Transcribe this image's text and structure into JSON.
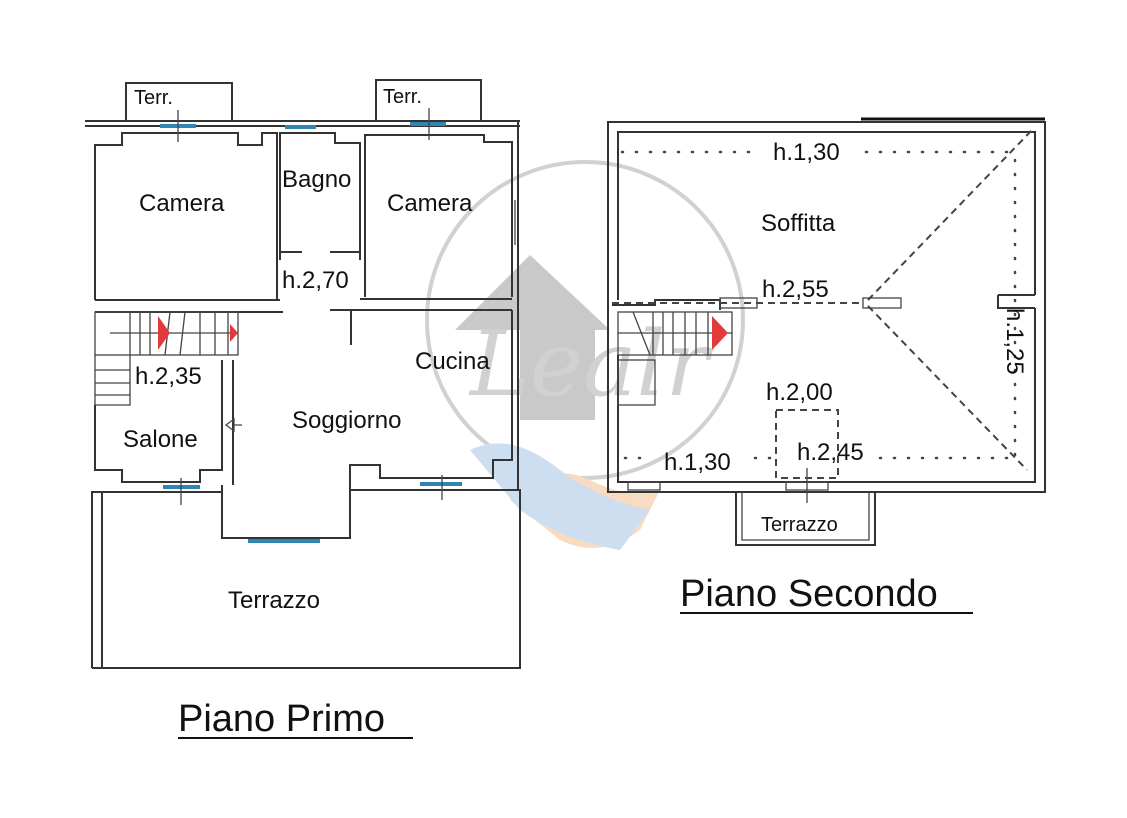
{
  "logo": {
    "text": "Lealr",
    "colors": {
      "grey": "#8a8a8a",
      "orange": "#f2b07a",
      "blue": "#8fb8e0"
    }
  },
  "piano_primo": {
    "title": "Piano Primo",
    "rooms": {
      "terr_left": "Terr.",
      "terr_right": "Terr.",
      "camera_left": "Camera",
      "bagno": "Bagno",
      "camera_right": "Camera",
      "height_main": "h.2,70",
      "height_salone": "h.2,35",
      "cucina": "Cucina",
      "soggiorno": "Soggiorno",
      "salone": "Salone",
      "terrazzo": "Terrazzo"
    }
  },
  "piano_secondo": {
    "title": "Piano Secondo",
    "labels": {
      "h_top": "h.1,30",
      "soffitta": "Soffitta",
      "h_mid": "h.2,55",
      "h_right": "h.1,25",
      "h_box": "h.2,00",
      "h_bottom_left": "h.1,30",
      "h_bottom_mid": "h.2,45",
      "terrazzo": "Terrazzo"
    }
  },
  "colors": {
    "window": "#2f86b5",
    "stair_arrow": "#e03a3a"
  }
}
